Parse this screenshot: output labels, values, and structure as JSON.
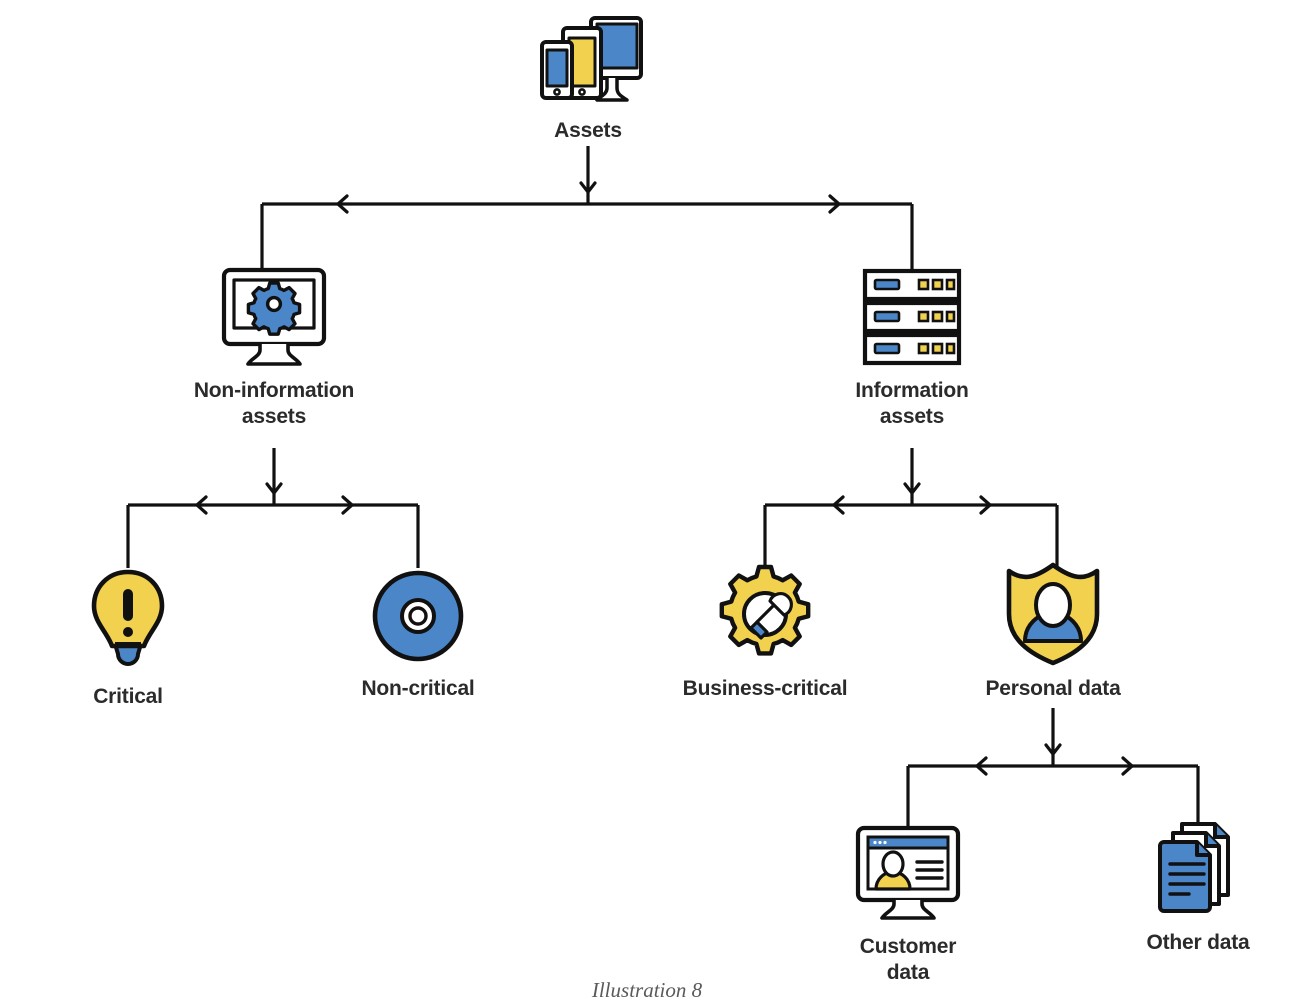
{
  "diagram": {
    "title_caption": "Illustration 8",
    "type": "hierarchy-tree",
    "colors": {
      "blue": "#4a86c8",
      "yellow": "#f2d14f",
      "stroke": "#111111",
      "text": "#2b2b2b",
      "caption_text": "#5a5a5a",
      "background": "#ffffff"
    },
    "nodes": [
      {
        "id": "assets",
        "label": "Assets",
        "icon": "devices-icon",
        "level": 0
      },
      {
        "id": "non-information",
        "label": "Non-information\nassets",
        "icon": "monitor-gear-icon",
        "level": 1
      },
      {
        "id": "information",
        "label": "Information\nassets",
        "icon": "server-rack-icon",
        "level": 1
      },
      {
        "id": "critical",
        "label": "Critical",
        "icon": "lightbulb-alert-icon",
        "level": 2
      },
      {
        "id": "non-critical",
        "label": "Non-critical",
        "icon": "compact-disc-icon",
        "level": 2
      },
      {
        "id": "business-critical",
        "label": "Business-critical",
        "icon": "gear-wrench-icon",
        "level": 2
      },
      {
        "id": "personal-data",
        "label": "Personal data",
        "icon": "shield-person-icon",
        "level": 2
      },
      {
        "id": "customer-data",
        "label": "Customer\ndata",
        "icon": "monitor-profile-icon",
        "level": 3
      },
      {
        "id": "other-data",
        "label": "Other data",
        "icon": "documents-stack-icon",
        "level": 3
      }
    ],
    "edges": [
      {
        "from": "assets",
        "to": "non-information"
      },
      {
        "from": "assets",
        "to": "information"
      },
      {
        "from": "non-information",
        "to": "critical"
      },
      {
        "from": "non-information",
        "to": "non-critical"
      },
      {
        "from": "information",
        "to": "business-critical"
      },
      {
        "from": "information",
        "to": "personal-data"
      },
      {
        "from": "personal-data",
        "to": "customer-data"
      },
      {
        "from": "personal-data",
        "to": "other-data"
      }
    ]
  }
}
